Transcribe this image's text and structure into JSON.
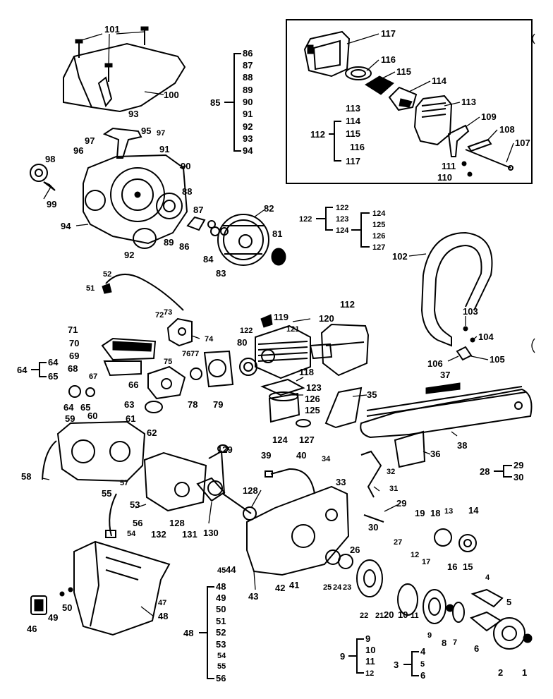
{
  "callouts": {
    "c101": "101",
    "c100": "100",
    "c93": "93",
    "c95": "95",
    "c97a": "97",
    "c97b": "97",
    "c91": "91",
    "c96": "96",
    "c90": "90",
    "c98": "98",
    "c99": "99",
    "c94": "94",
    "c92": "92",
    "c89": "89",
    "c88": "88",
    "c87": "87",
    "c86": "86",
    "c84": "84",
    "c83": "83",
    "c82": "82",
    "c81": "81",
    "c117": "117",
    "c116": "116",
    "c115": "115",
    "c114": "114",
    "c113": "113",
    "c109": "109",
    "c108": "108",
    "c107": "107",
    "c111": "111",
    "c110": "110",
    "c102": "102",
    "c103": "103",
    "c104": "104",
    "c105": "105",
    "c106": "106",
    "c52": "52",
    "c51": "51",
    "c72": "72",
    "c73": "73",
    "c74": "74",
    "c71": "71",
    "c70": "70",
    "c69": "69",
    "c68": "68",
    "c67": "67",
    "c66": "66",
    "c75": "75",
    "c76": "76",
    "c77": "77",
    "c78": "78",
    "c79": "79",
    "c80": "80",
    "c119": "119",
    "c120": "120",
    "c121": "121",
    "c122b": "122",
    "c112b": "112",
    "c118": "118",
    "c123": "123",
    "c126": "126",
    "c125": "125",
    "c124b": "124",
    "c127b": "127",
    "c37": "37",
    "c35": "35",
    "c38": "38",
    "c36": "36",
    "c64b": "64",
    "c65b": "65",
    "c63": "63",
    "c59": "59",
    "c60": "60",
    "c61": "61",
    "c62": "62",
    "c58": "58",
    "c57": "57",
    "c55": "55",
    "c53": "53",
    "c56": "56",
    "c54": "54",
    "c129": "129",
    "c39": "39",
    "c40": "40",
    "c128a": "128",
    "c128b": "128",
    "c132": "132",
    "c131": "131",
    "c130": "130",
    "c34": "34",
    "c32": "32",
    "c33": "33",
    "c31": "31",
    "c29": "29",
    "c30": "30",
    "c19": "19",
    "c18": "18",
    "c13": "13",
    "c14": "14",
    "c17": "17",
    "c16": "16",
    "c15": "15",
    "c12": "12",
    "c27": "27",
    "c26": "26",
    "c25": "25",
    "c24": "24",
    "c23": "23",
    "c22": "22",
    "c21": "21",
    "c20": "20",
    "c10": "10",
    "c11": "11",
    "c9": "9",
    "c8": "8",
    "c7": "7",
    "c6": "6",
    "c4": "4",
    "c5": "5",
    "c2": "2",
    "c1": "1",
    "c45": "45",
    "c44": "44",
    "c42": "42",
    "c41": "41",
    "c43": "43",
    "c47": "47",
    "c48": "48",
    "c46": "46",
    "c49": "49",
    "c50": "50"
  },
  "groups": {
    "g85": {
      "root": "85",
      "items": [
        "86",
        "87",
        "88",
        "89",
        "90",
        "91",
        "92",
        "93",
        "94"
      ]
    },
    "g112": {
      "root": "112",
      "items": [
        "113",
        "114",
        "115",
        "116",
        "117"
      ]
    },
    "g122": {
      "root": "122",
      "items": [
        "122",
        "123",
        "124"
      ],
      "sub": [
        "124",
        "125",
        "126",
        "127"
      ]
    },
    "g64": {
      "root": "64",
      "items": [
        "64",
        "65"
      ]
    },
    "g28": {
      "root": "28",
      "items": [
        "29",
        "30"
      ]
    },
    "g48": {
      "root": "48",
      "items": [
        "48",
        "49",
        "50",
        "51",
        "52",
        "53",
        "54",
        "55",
        "56"
      ]
    },
    "g9": {
      "root": "9",
      "items": [
        "9",
        "10",
        "11",
        "12"
      ]
    },
    "g3": {
      "root": "3",
      "items": [
        "4",
        "5",
        "6"
      ]
    }
  }
}
